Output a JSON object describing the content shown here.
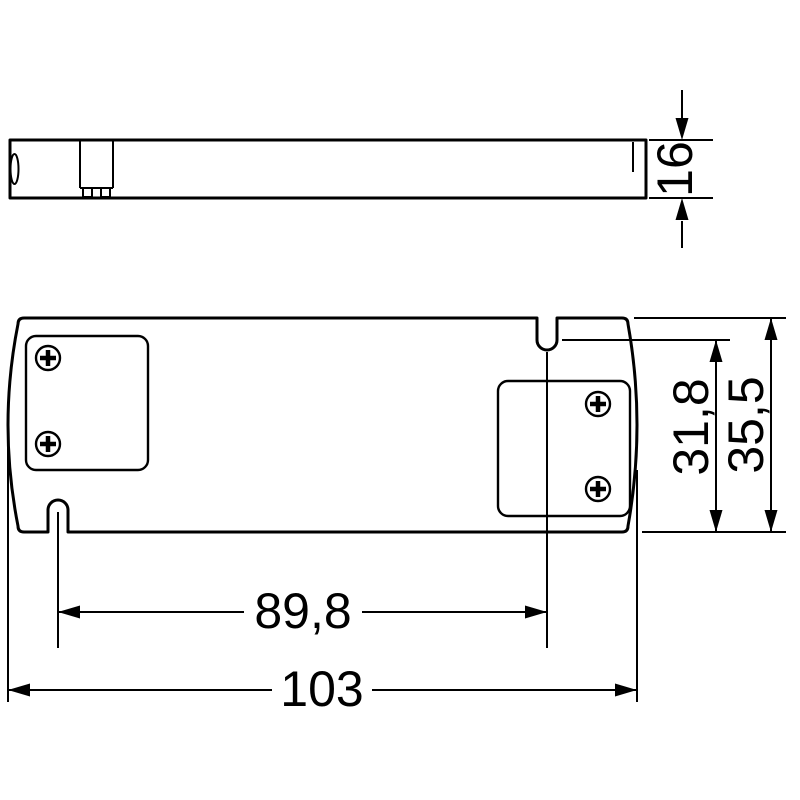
{
  "drawing": {
    "dimension_labels": {
      "height": "16",
      "slot_spacing": "89,8",
      "length": "103",
      "slot_offset": "31,8",
      "width": "35,5"
    },
    "icons": {
      "phillips_screw": "circle-with-cross",
      "arrowhead": "filled-triangle"
    },
    "colors": {
      "line": "#000000",
      "background": "#ffffff"
    }
  }
}
